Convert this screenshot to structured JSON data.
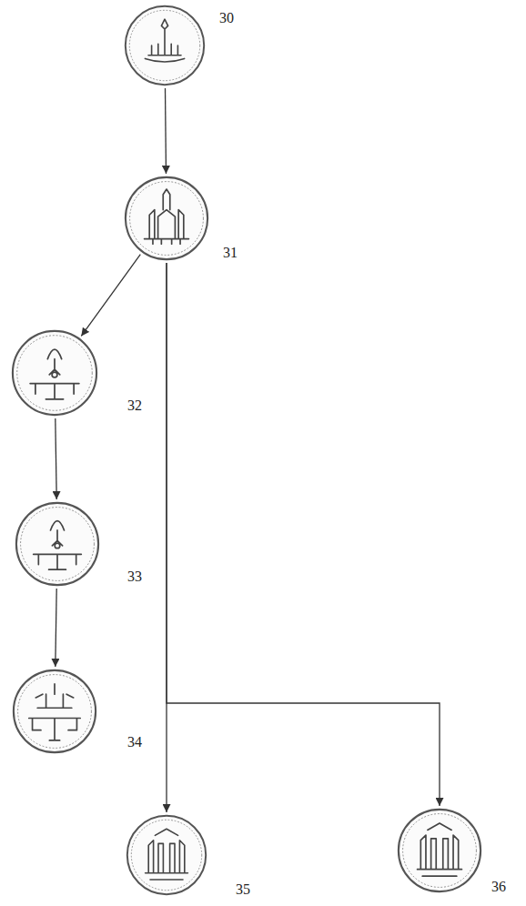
{
  "diagram": {
    "nodes": [
      {
        "text": [
          "30"
        ]
      },
      {
        "text": [
          "31"
        ]
      },
      {
        "text": [
          "32"
        ]
      },
      {
        "text": [
          "33"
        ]
      },
      {
        "text": [
          "34"
        ]
      },
      {
        "text": [
          "35"
        ]
      },
      {
        "text": [
          "36"
        ]
      }
    ],
    "edges": [
      {
        "from": 0,
        "to": 1,
        "arrow": "to"
      },
      {
        "from": 1,
        "to": 2,
        "arrow": "to"
      },
      {
        "from": 2,
        "to": 3,
        "arrow": "to"
      },
      {
        "from": 3,
        "to": 4,
        "arrow": "to"
      },
      {
        "from": 1,
        "to": 5,
        "arrow": "to"
      },
      {
        "from": 1,
        "to": 6,
        "arrow": "to"
      }
    ]
  }
}
